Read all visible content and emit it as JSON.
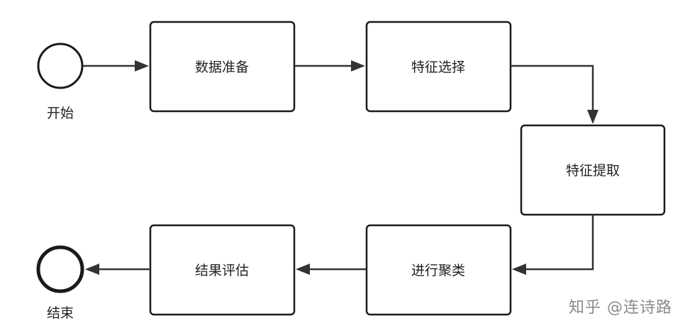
{
  "diagram": {
    "start_label": "开始",
    "end_label": "结束",
    "steps": [
      "数据准备",
      "特征选择",
      "特征提取",
      "进行聚类",
      "结果评估"
    ]
  },
  "watermark": "知乎 @连诗路"
}
